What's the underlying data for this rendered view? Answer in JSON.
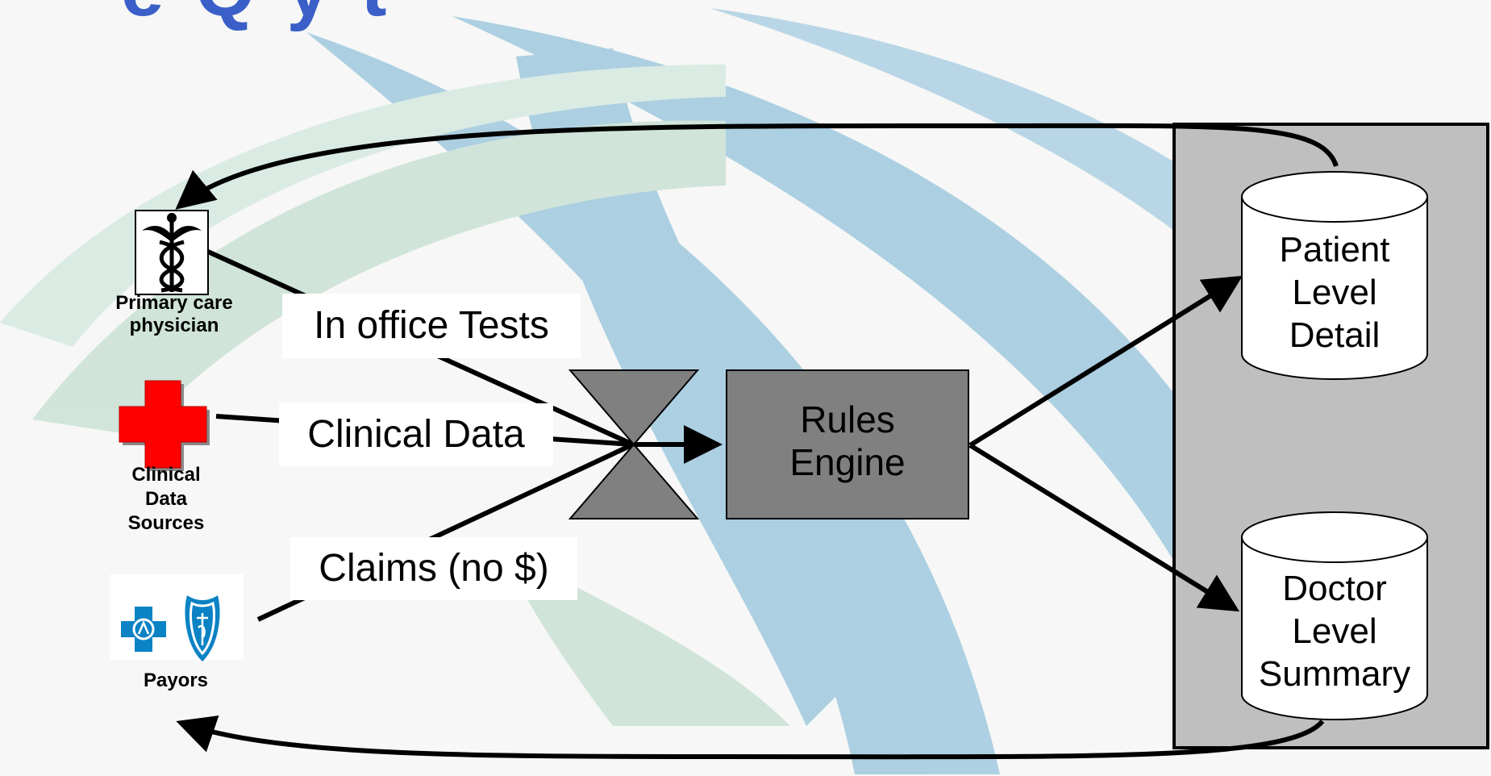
{
  "title_fragment": "e    Q   y         t    ",
  "sources": {
    "physician": "Primary care\nphysician",
    "clinical": "Clinical\nData\nSources",
    "payors": "Payors"
  },
  "flows": {
    "office_tests": "In office Tests",
    "clinical_data": "Clinical Data",
    "claims": "Claims (no $)"
  },
  "engine": "Rules\nEngine",
  "outputs": {
    "patient": "Patient\nLevel\nDetail",
    "doctor": "Doctor\nLevel\nSummary"
  },
  "colors": {
    "swoosh_blue": "#a9cde1",
    "swoosh_green": "#cfe4d8",
    "gray_box": "#bfbfbf",
    "engine_fill": "#808080",
    "cross_red": "#ff0000",
    "payor_blue": "#0b82c4",
    "title_blue": "#3a5fc8"
  },
  "icons": [
    "caduceus-icon",
    "red-cross-icon",
    "blue-cross-icon",
    "blue-shield-icon"
  ]
}
